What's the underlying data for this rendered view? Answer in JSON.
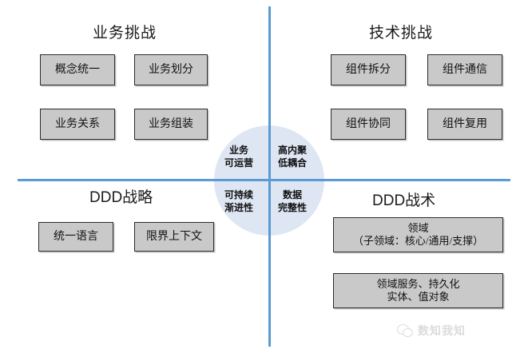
{
  "quadrants": {
    "business_challenge": {
      "title": "业务挑战",
      "boxes": [
        {
          "label": "概念统一"
        },
        {
          "label": "业务划分"
        },
        {
          "label": "业务关系"
        },
        {
          "label": "业务组装"
        }
      ]
    },
    "tech_challenge": {
      "title": "技术挑战",
      "boxes": [
        {
          "label": "组件拆分"
        },
        {
          "label": "组件通信"
        },
        {
          "label": "组件协同"
        },
        {
          "label": "组件复用"
        }
      ]
    },
    "ddd_strategy": {
      "title": "DDD战略",
      "boxes": [
        {
          "label": "统一语言"
        },
        {
          "label": "限界上下文"
        }
      ]
    },
    "ddd_tactics": {
      "title": "DDD战术",
      "boxes": [
        {
          "line1": "领域",
          "line2": "（子领域：核心/通用/支撑）"
        },
        {
          "line1": "领域服务、持久化",
          "line2": "实体、值对象"
        }
      ]
    }
  },
  "center": {
    "top_left": {
      "line1": "业务",
      "line2": "可运营"
    },
    "top_right": {
      "line1": "高内聚",
      "line2": "低耦合"
    },
    "bottom_left": {
      "line1": "可持续",
      "line2": "渐进性"
    },
    "bottom_right": {
      "line1": "数据",
      "line2": "完整性"
    }
  },
  "watermark": {
    "text": "数知我知",
    "logo": "wechat-icon"
  },
  "colors": {
    "axis": "#5b9bd5",
    "circle_fill": "#dde6f2",
    "box_fill": "#c9c9c9",
    "box_border": "#2b2b2b",
    "background": "#ffffff"
  }
}
